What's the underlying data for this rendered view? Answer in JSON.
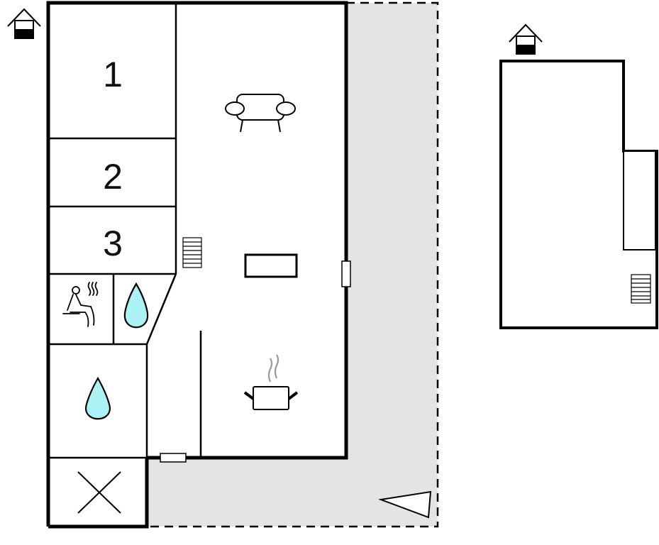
{
  "floorplan": {
    "rooms": {
      "bedroom_1": "1",
      "bedroom_2": "2",
      "bedroom_3": "3"
    },
    "icons": [
      "house-level-icon",
      "sofa-icon",
      "table-icon",
      "stairs-icon",
      "sauna-icon",
      "water-drop-icon",
      "cooking-pot-icon",
      "storage-x-icon",
      "terrace-direction-icon",
      "window-icon"
    ],
    "colors": {
      "wall": "#000000",
      "terrace": "#e4e4e4",
      "water": "#aaf2f4",
      "steam": "#999999"
    }
  }
}
